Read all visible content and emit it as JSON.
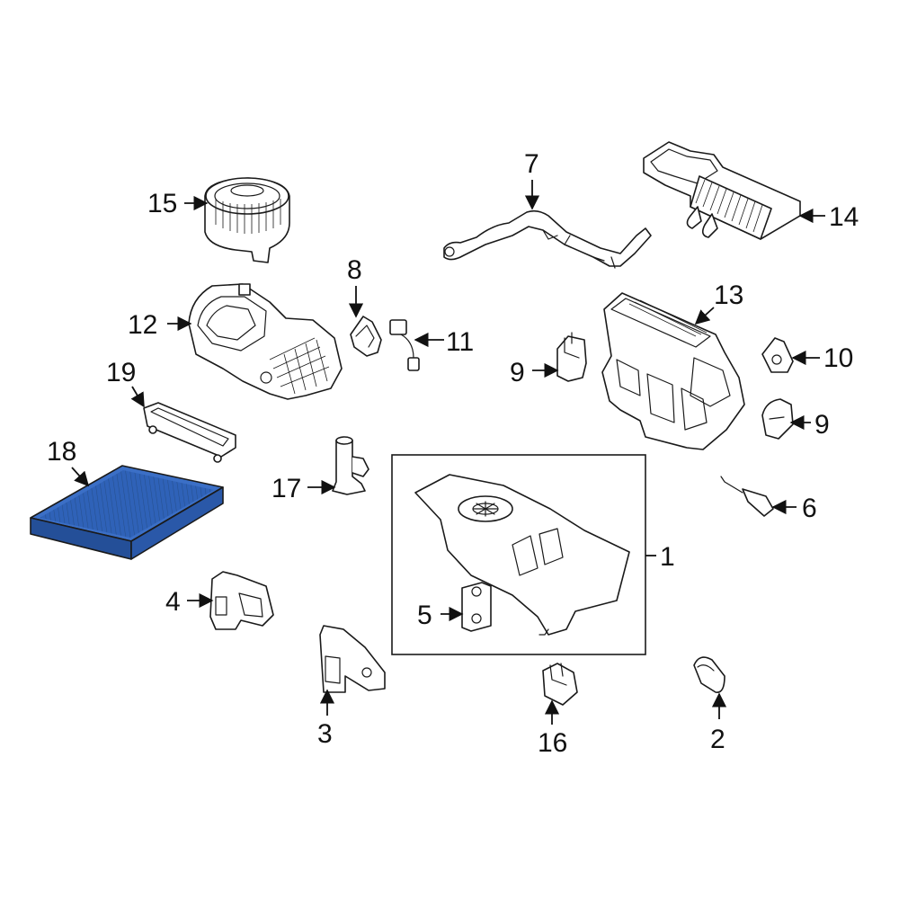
{
  "colors": {
    "line": "#1a1a1a",
    "highlight_fill": "#2f62b8",
    "highlight_top": "#3b6fc6",
    "highlight_side": "#244f98"
  },
  "callouts": {
    "c1": "1",
    "c2": "2",
    "c3": "3",
    "c4": "4",
    "c5": "5",
    "c6": "6",
    "c7": "7",
    "c8": "8",
    "c9a": "9",
    "c9b": "9",
    "c10": "10",
    "c11": "11",
    "c12": "12",
    "c13": "13",
    "c14": "14",
    "c15": "15",
    "c16": "16",
    "c17": "17",
    "c18": "18",
    "c19": "19"
  },
  "highlighted_part": "18"
}
